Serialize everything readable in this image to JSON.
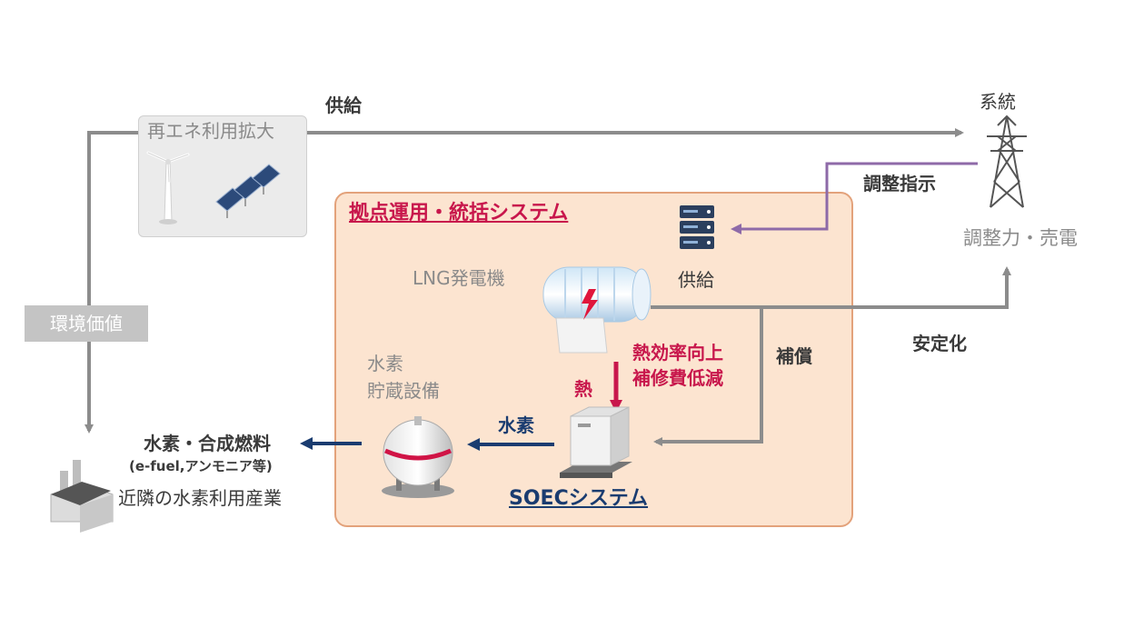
{
  "labels": {
    "supply_top": "供給",
    "renewable": "再エネ利用拡大",
    "grid": "系統",
    "adjust_instruction": "調整指示",
    "adjust_sale": "調整力・売電",
    "system_title": "拠点運用・統括システム",
    "supply_server": "供給",
    "lng": "LNG発電機",
    "environment_value": "環境価値",
    "stabilize": "安定化",
    "compensate": "補償",
    "efficiency_line1": "熱効率向上",
    "efficiency_line2": "補修費低減",
    "heat": "熱",
    "storage_line1": "水素",
    "storage_line2": "貯蔵設備",
    "hydrogen_flow": "水素",
    "product": "水素・合成燃料",
    "product_note": "(e-fuel,アンモニア等)",
    "industry": "近隣の水素利用産業",
    "soec": "SOECシステム"
  },
  "colors": {
    "gray_line": "#8c8c8c",
    "purple_line": "#8e6aa8",
    "red_accent": "#c8174c",
    "navy": "#1a3c70",
    "panel_fill": "#fce4d0",
    "panel_border": "#e3a27b"
  },
  "icons": [
    "wind-turbine-icon",
    "solar-panel-icon",
    "transmission-tower-icon",
    "server-icon",
    "lng-generator-icon",
    "hydrogen-tank-icon",
    "soec-unit-icon",
    "factory-icon"
  ]
}
